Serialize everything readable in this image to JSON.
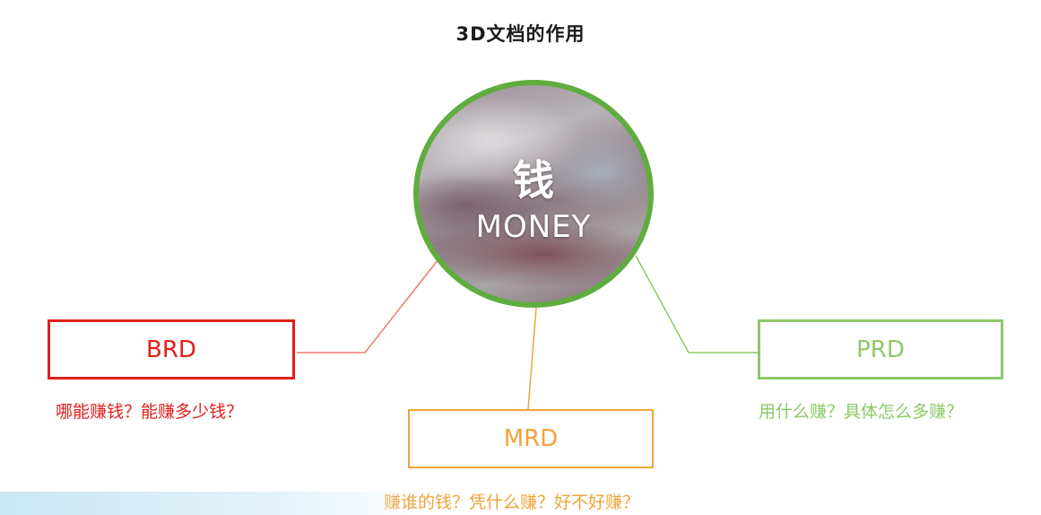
{
  "title": "3D文档的作用",
  "center": {
    "main": "钱",
    "sub": "MONEY",
    "ring_color": "#5fad3f"
  },
  "nodes": {
    "brd": {
      "label": "BRD",
      "desc": "哪能赚钱？能赚多少钱？",
      "color": "#e0201b"
    },
    "mrd": {
      "label": "MRD",
      "desc": "赚谁的钱？凭什么赚？好不好赚？",
      "color": "#f0a33a"
    },
    "prd": {
      "label": "PRD",
      "desc": "用什么赚？具体怎么多赚？",
      "color": "#8dc967"
    }
  }
}
